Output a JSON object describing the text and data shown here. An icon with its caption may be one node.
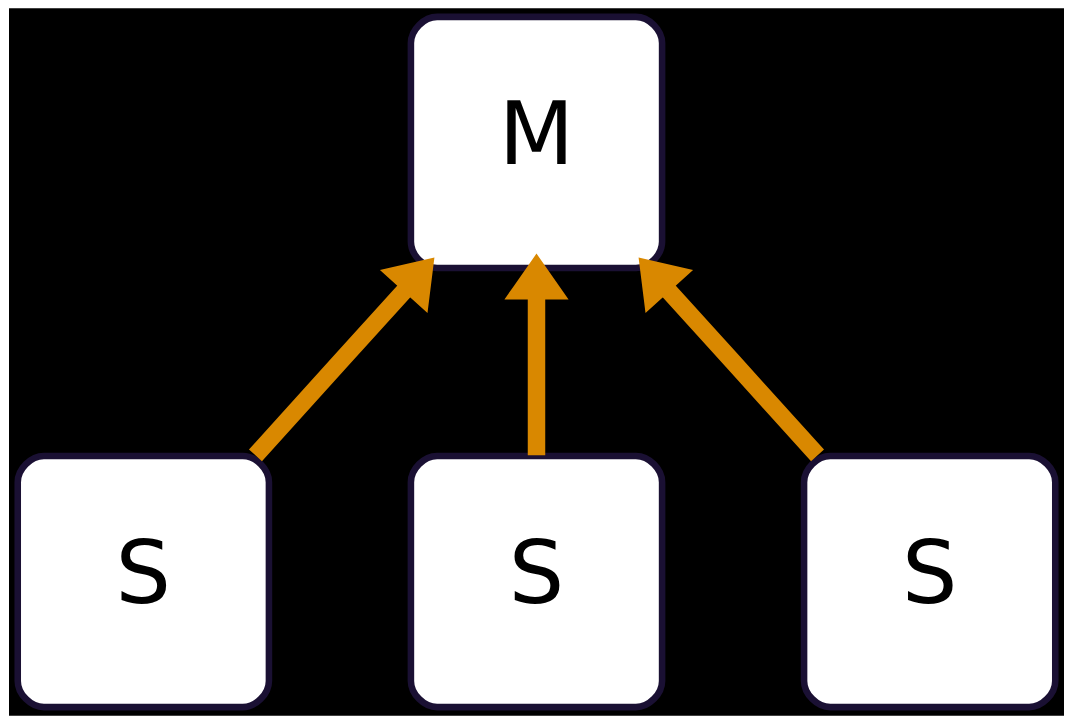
{
  "diagram": {
    "nodes": [
      {
        "text": [
          "M"
        ]
      },
      {
        "text": [
          "S"
        ]
      },
      {
        "text": [
          "S"
        ]
      },
      {
        "text": [
          "S"
        ]
      }
    ],
    "edges": [
      {
        "from": 1,
        "to": 0,
        "arrow": "to"
      },
      {
        "from": 2,
        "to": 0,
        "arrow": "to"
      },
      {
        "from": 3,
        "to": 0,
        "arrow": "to"
      }
    ]
  }
}
